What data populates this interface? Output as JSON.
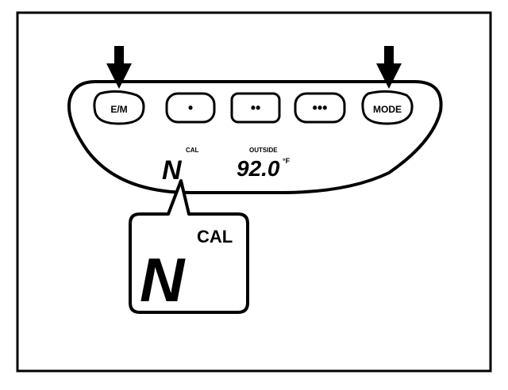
{
  "buttons": [
    {
      "label": "E/M"
    },
    {
      "label": "•"
    },
    {
      "label": "••"
    },
    {
      "label": "•••"
    },
    {
      "label": "MODE"
    }
  ],
  "display": {
    "compass_letter": "N",
    "cal_label": "CAL",
    "outside_label": "OUTSIDE",
    "temperature": "92.0",
    "unit": "°F"
  },
  "callout": {
    "cal_label": "CAL",
    "compass_letter": "N"
  },
  "arrows": [
    {
      "points_to": "E/M"
    },
    {
      "points_to": "MODE"
    }
  ]
}
